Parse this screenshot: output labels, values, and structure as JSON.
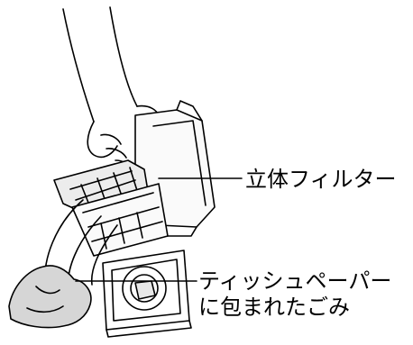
{
  "labels": {
    "filter": "立体フィルター",
    "tissue_line1": "ティッシュペーパー",
    "tissue_line2": "に包まれたごみ"
  },
  "colors": {
    "line": "#000000",
    "debris_fill": "#d6d6d6",
    "filter_fill": "#ececec",
    "background": "#ffffff"
  }
}
